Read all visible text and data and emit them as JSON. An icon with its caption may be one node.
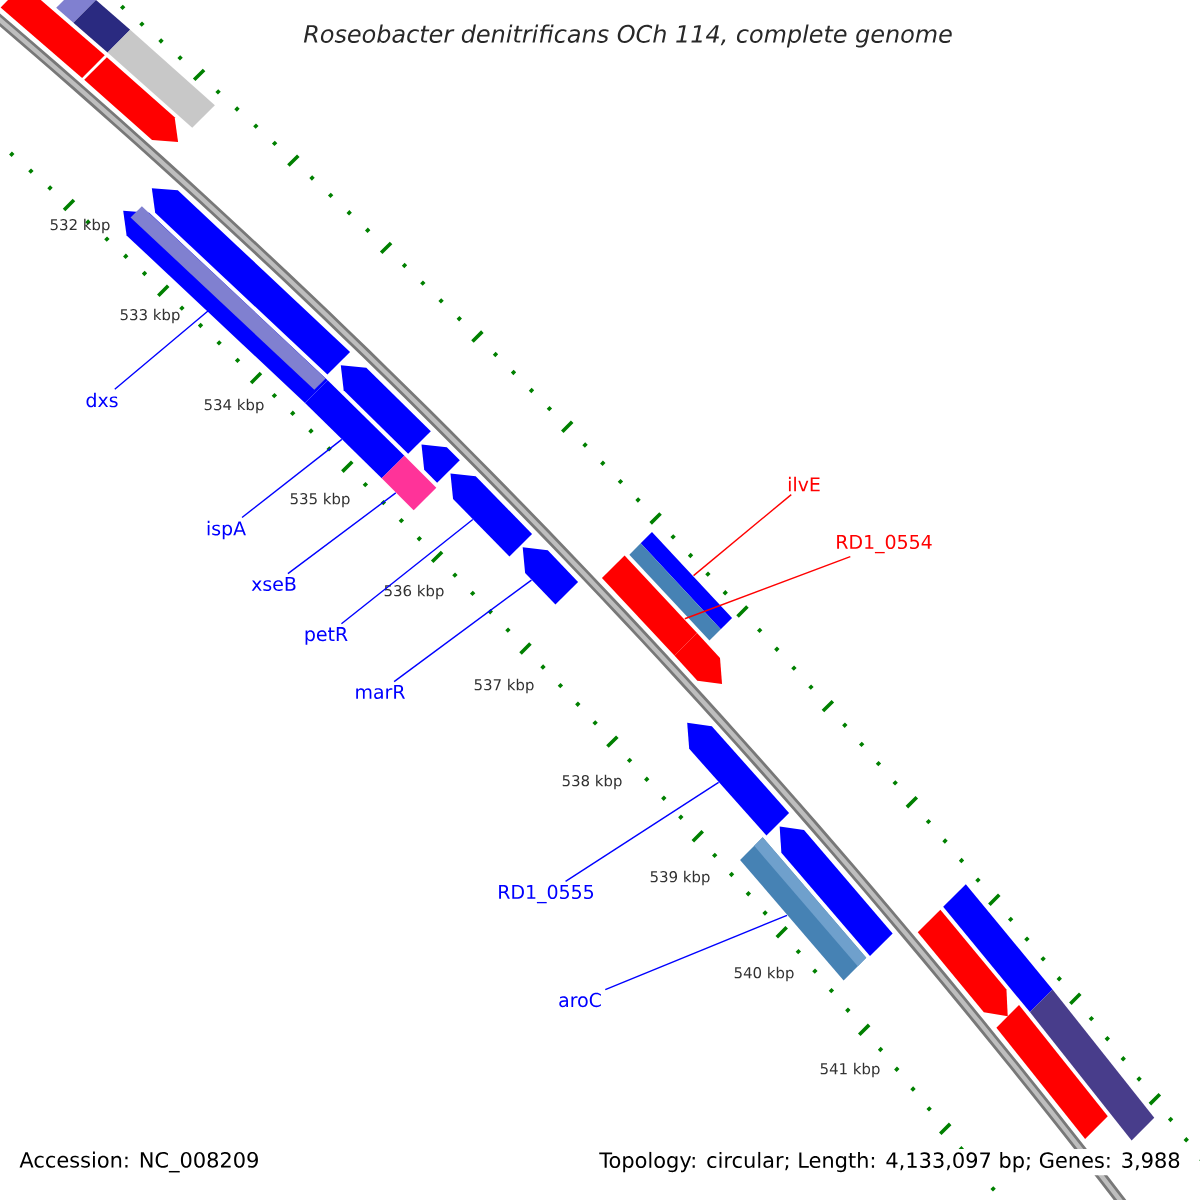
{
  "diagram": {
    "title": "Roseobacter denitrificans OCh 114, complete genome",
    "nodes": [
      {
        "text": [
          "dxs"
        ]
      },
      {
        "text": [
          "ilvE"
        ]
      },
      {
        "text": [
          "ispA"
        ]
      },
      {
        "text": [
          "RD1_0554"
        ]
      },
      {
        "text": [
          "xseB"
        ]
      },
      {
        "text": [
          "petR"
        ]
      },
      {
        "text": [
          "marR"
        ]
      },
      {
        "text": [
          "RD1_0555"
        ]
      },
      {
        "text": [
          "aroC"
        ]
      },
      {
        "text": [],
        "shape": "bar"
      },
      {
        "text": [],
        "shape": "bar"
      },
      {
        "text": [],
        "shape": "bar"
      },
      {
        "text": [],
        "shape": "bar"
      },
      {
        "text": [],
        "shape": "bar"
      },
      {
        "text": [],
        "shape": "bar"
      },
      {
        "text": [],
        "shape": "bar"
      },
      {
        "text": [],
        "shape": "bar"
      },
      {
        "text": [],
        "shape": "bar"
      },
      {
        "text": [],
        "shape": "bar"
      },
      {
        "text": [],
        "shape": "bar"
      },
      {
        "text": [],
        "shape": "bar"
      },
      {
        "text": [],
        "shape": "bar"
      },
      {
        "text": [],
        "shape": "bar"
      },
      {
        "text": [],
        "shape": "bar"
      },
      {
        "text": [],
        "shape": "bar"
      },
      {
        "text": [],
        "shape": "bar"
      },
      {
        "text": [],
        "shape": "bar"
      },
      {
        "text": [],
        "shape": "bar"
      },
      {
        "text": [],
        "shape": "bar"
      },
      {
        "text": [],
        "shape": "bar"
      },
      {
        "text": [],
        "shape": "bar"
      }
    ],
    "edges": [
      {
        "from": 0,
        "to": 14,
        "arrow": "none"
      },
      {
        "from": 1,
        "to": 23,
        "arrow": "none",
        "color": "#ff0000"
      },
      {
        "from": 2,
        "to": 17,
        "arrow": "none"
      },
      {
        "from": 3,
        "to": 22,
        "arrow": "none",
        "color": "#ff0000"
      },
      {
        "from": 4,
        "to": 18,
        "arrow": "none"
      },
      {
        "from": 5,
        "to": 20,
        "arrow": "none"
      },
      {
        "from": 6,
        "to": 21,
        "arrow": "none"
      },
      {
        "from": 7,
        "to": 24,
        "arrow": "none"
      },
      {
        "from": 8,
        "to": 25,
        "arrow": "none"
      }
    ],
    "labels": [
      "532 kbp",
      "533 kbp",
      "534 kbp",
      "535 kbp",
      "536 kbp",
      "537 kbp",
      "538 kbp",
      "539 kbp",
      "540 kbp",
      "541 kbp",
      "Accession: NC_008209",
      "Topology: circular; Length: 4,133,097 bp; Genes: 3,988"
    ]
  }
}
